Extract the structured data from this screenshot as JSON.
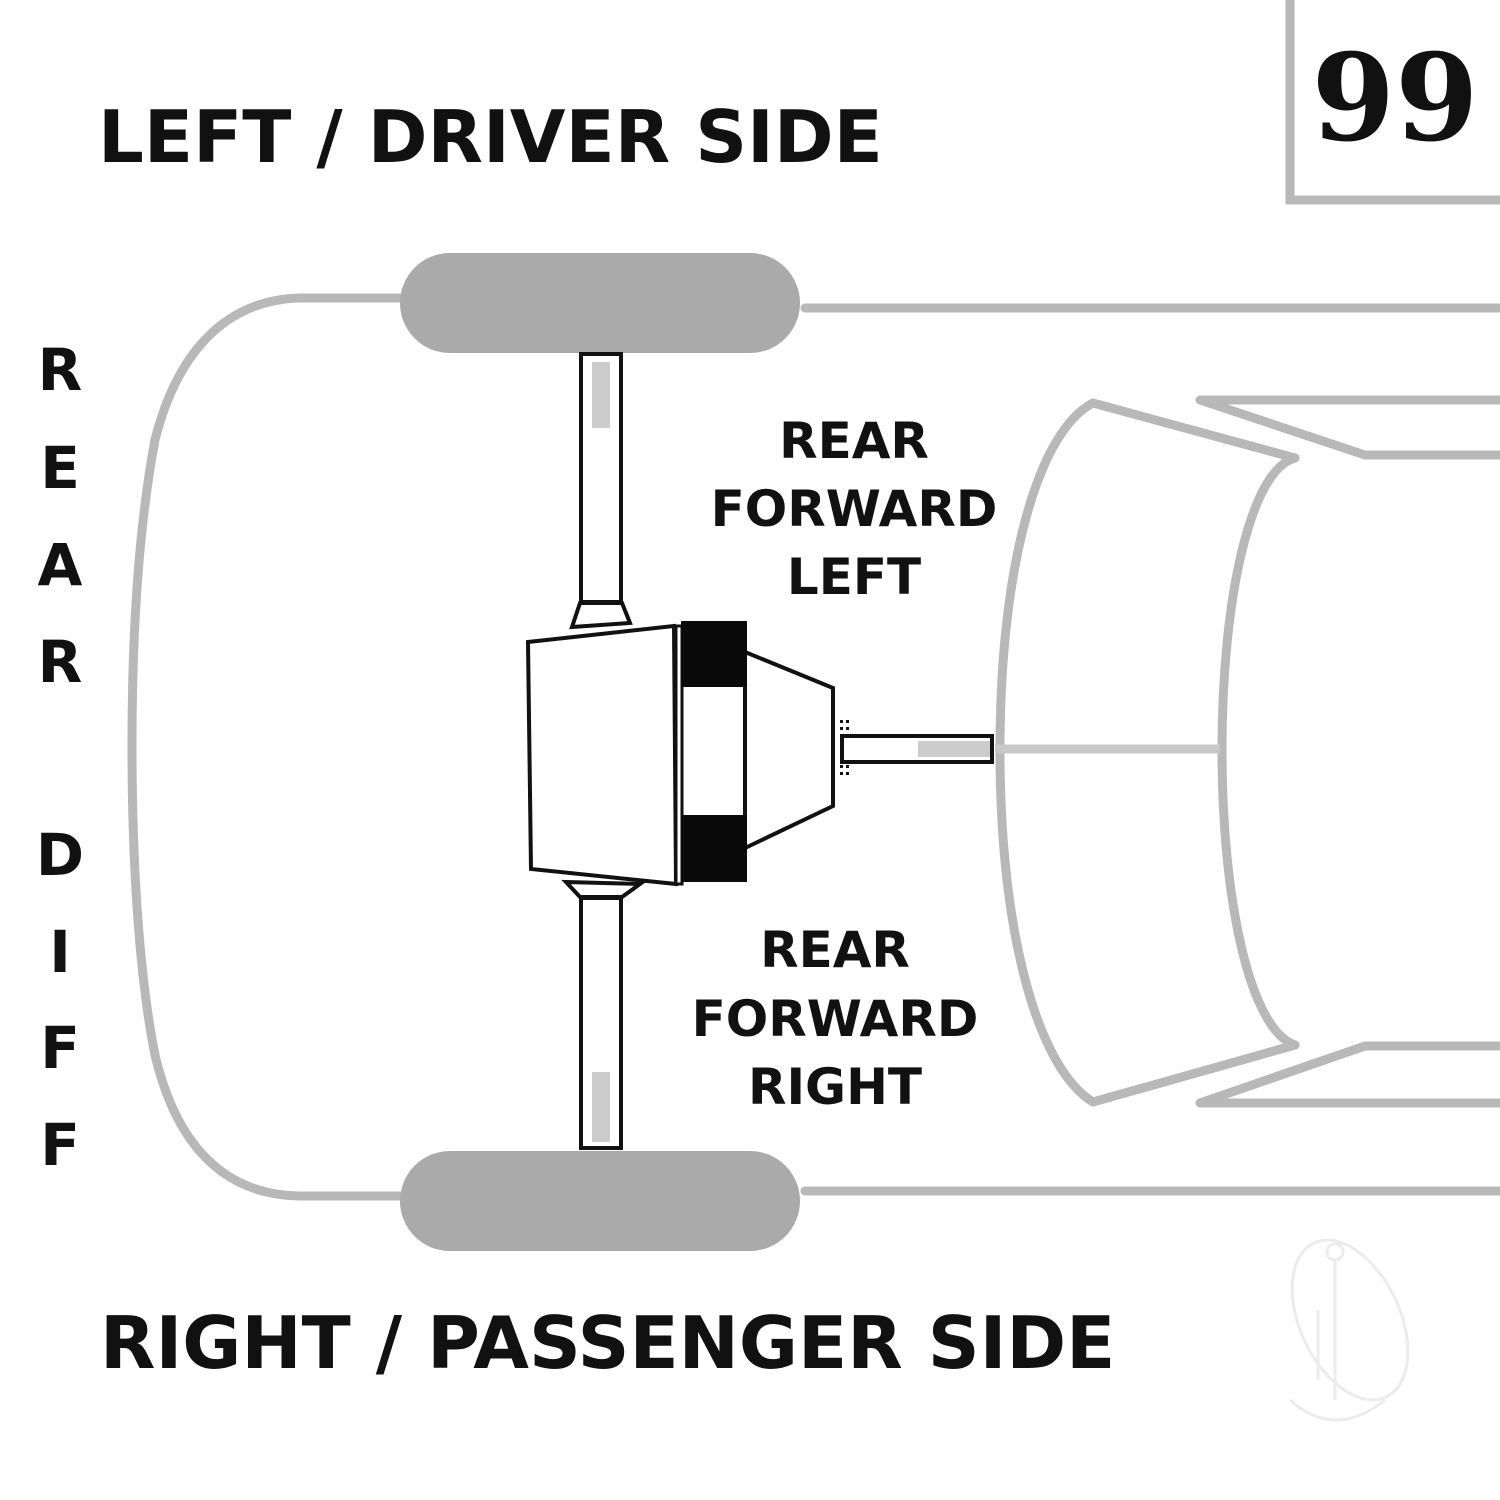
{
  "diagram_number": "99",
  "side_labels": {
    "driver": "LEFT / DRIVER SIDE",
    "passenger": "RIGHT / PASSENGER SIDE"
  },
  "location_vertical": [
    "R",
    "E",
    "A",
    "R",
    "D",
    "I",
    "F",
    "F"
  ],
  "mount_labels": {
    "forward_left": [
      "REAR",
      "FORWARD",
      "LEFT"
    ],
    "forward_right": [
      "REAR",
      "FORWARD",
      "RIGHT"
    ]
  },
  "colors": {
    "outline": "#b8b8b8",
    "tire": "#aaaaaa",
    "mount_block": "#0a0a0a",
    "text": "#111111"
  }
}
